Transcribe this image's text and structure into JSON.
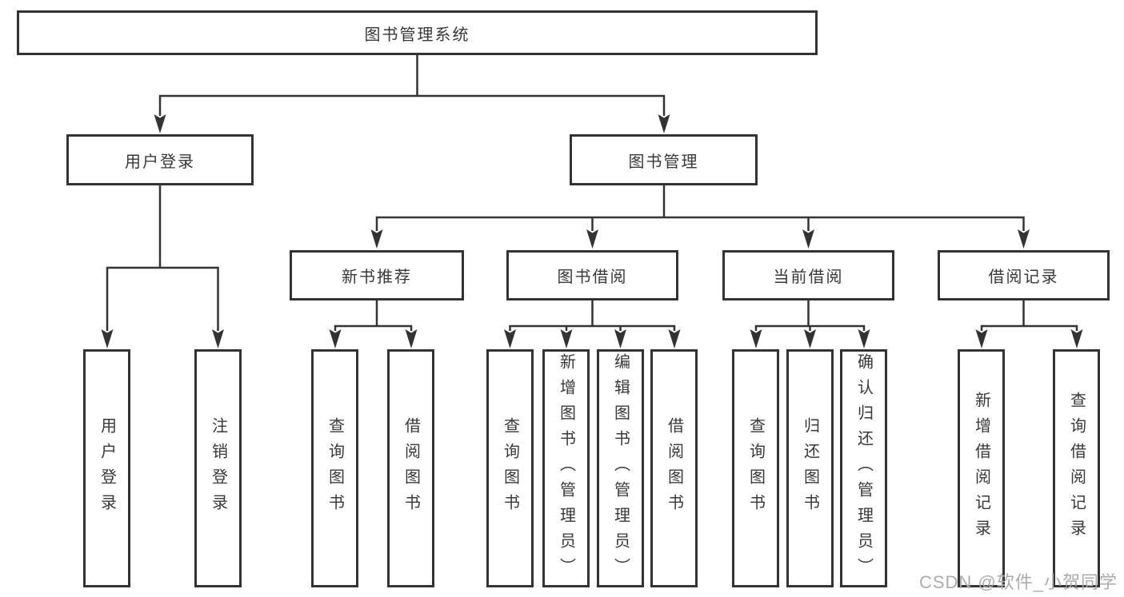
{
  "tree": {
    "label": "图书管理系统",
    "children": [
      {
        "label": "用户登录",
        "children": [
          {
            "label": "用户登录"
          },
          {
            "label": "注销登录"
          }
        ]
      },
      {
        "label": "图书管理",
        "children": [
          {
            "label": "新书推荐",
            "children": [
              {
                "label": "查询图书"
              },
              {
                "label": "借阅图书"
              }
            ]
          },
          {
            "label": "图书借阅",
            "children": [
              {
                "label": "查询图书"
              },
              {
                "label": "新增图书（管理员）"
              },
              {
                "label": "编辑图书（管理员）"
              },
              {
                "label": "借阅图书"
              }
            ]
          },
          {
            "label": "当前借阅",
            "children": [
              {
                "label": "查询图书"
              },
              {
                "label": "归还图书"
              },
              {
                "label": "确认归还（管理员）"
              }
            ]
          },
          {
            "label": "借阅记录",
            "children": [
              {
                "label": "新增借阅记录"
              },
              {
                "label": "查询借阅记录"
              }
            ]
          }
        ]
      }
    ]
  },
  "watermark": {
    "text": "CSDN @软件_小贺同学"
  },
  "colors": {
    "line": "#333333",
    "box_border": "#333333",
    "text": "#383838",
    "watermark": "#ababab",
    "background": "#ffffff"
  }
}
